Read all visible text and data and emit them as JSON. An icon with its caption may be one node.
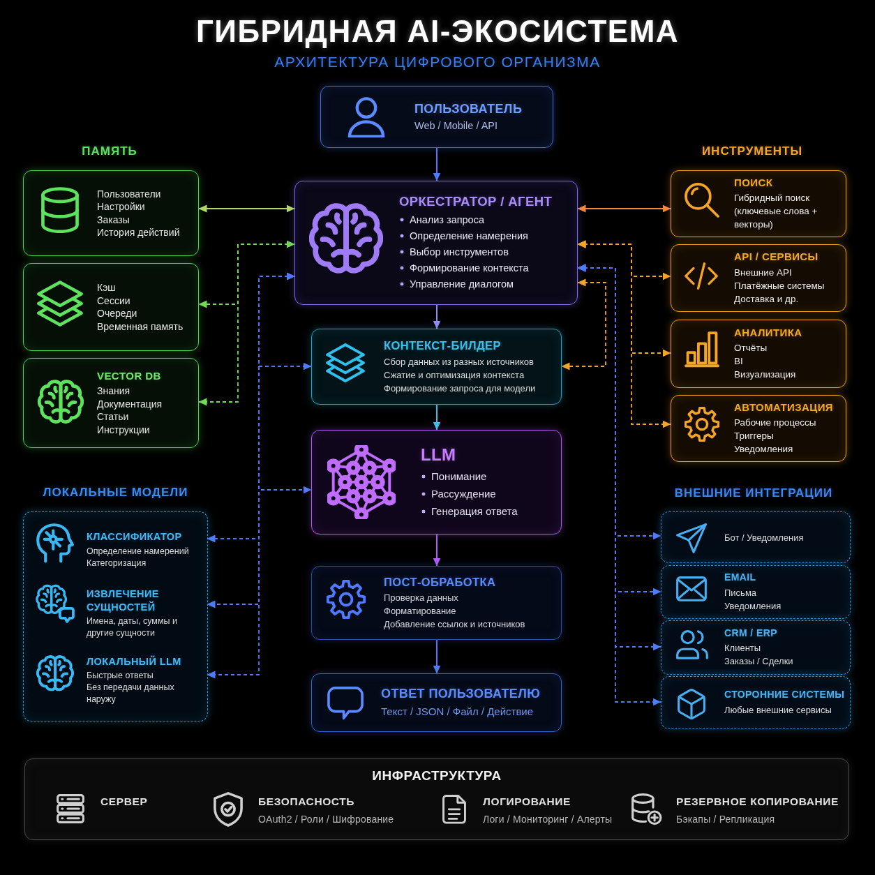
{
  "diagram": {
    "title": "ГИБРИДНАЯ AI-ЭКОСИСТЕМА",
    "nodes": [
      {
        "text": [
          "ПОЛЬЗОВАТЕЛЬ",
          "Web / Mobile / API"
        ]
      },
      {
        "text": [
          "Пользователи",
          "Настройки",
          "Заказы",
          "История действий"
        ]
      },
      {
        "text": [
          "ОРКЕСТРАТОР / АГЕНТ",
          "Анализ запроса",
          "Определение намерения",
          "Выбор инструментов",
          "Формирование контекста",
          "Управление диалогом"
        ]
      },
      {
        "text": [
          "ПОИСК",
          "Гибридный поиск (ключевые слова + векторы)"
        ]
      },
      {
        "text": [
          "Кэш",
          "Сессии",
          "Очереди",
          "Временная память"
        ]
      },
      {
        "text": [
          "API / СЕРВИСЫ",
          "Внешние API",
          "Платёжные системы",
          "Доставка и др."
        ]
      },
      {
        "text": [
          "КОНТЕКСТ-БИЛДЕР",
          "Сбор данных из разных источников",
          "Сжатие и оптимизация контекста",
          "Формирование запроса для модели"
        ]
      },
      {
        "text": [
          "АНАЛИТИКА",
          "Отчёты",
          "BI",
          "Визуализация"
        ]
      },
      {
        "text": [
          "VECTOR DB",
          "Знания",
          "Документация",
          "Статьи",
          "Инструкции"
        ]
      },
      {
        "text": [
          "АВТОМАТИЗАЦИЯ",
          "Рабочие процессы",
          "Триггеры",
          "Уведомления"
        ]
      },
      {
        "text": [
          "LLM",
          "Понимание",
          "Рассуждение",
          "Генерация ответа"
        ]
      },
      {
        "text": [
          "ЛОКАЛЬНЫЕ МОДЕЛИ"
        ]
      },
      {
        "text": [
          "КЛАССИФИКАТОР",
          "Определение намерений",
          "Категоризация"
        ],
        "in": 11
      },
      {
        "text": [
          "ИЗВЛЕЧЕНИЕ СУЩНОСТЕЙ",
          "Имена, даты, суммы и другие сущности"
        ],
        "in": 11
      },
      {
        "text": [
          "ЛОКАЛЬНЫЙ LLM",
          "Быстрые ответы",
          "Без передачи данных наружу"
        ],
        "in": 11
      },
      {
        "text": [
          "Бот / Уведомления"
        ]
      },
      {
        "text": [
          "ПОСТ-ОБРАБОТКА",
          "Проверка данных",
          "Форматирование",
          "Добавление ссылок и источников"
        ]
      },
      {
        "text": [
          "EMAIL",
          "Письма",
          "Уведомления"
        ]
      },
      {
        "text": [
          "CRM / ERP",
          "Клиенты",
          "Заказы / Сделки"
        ]
      },
      {
        "text": [
          "ОТВЕТ ПОЛЬЗОВАТЕЛЮ",
          "Текст / JSON / Файл / Действие"
        ]
      },
      {
        "text": [
          "СТОРОННИЕ СИСТЕМЫ",
          "Любые внешние сервисы"
        ]
      },
      {
        "text": [
          "ИНФРАСТРУКТУРА",
          "СЕРВЕР",
          "БЕЗОПАСНОСТЬ",
          "OAuth2 / Роли / Шифрование",
          "ЛОГИРОВАНИЕ",
          "Логи / Мониторинг / Алерты",
          "РЕЗЕРВНОЕ КОПИРОВАНИЕ",
          "Бэкапы / Репликация"
        ]
      }
    ],
    "edges": [
      {
        "from": 0,
        "to": 2,
        "arrow": "to"
      },
      {
        "from": 1,
        "to": 2,
        "arrow": "both",
        "color": "#b3d86a"
      },
      {
        "from": 2,
        "to": 4,
        "arrow": "both",
        "style": "dashed",
        "color": "#74dc55"
      },
      {
        "from": 2,
        "to": 8,
        "arrow": "both",
        "style": "dashed",
        "color": "#74dc55"
      },
      {
        "from": 2,
        "to": 6,
        "arrow": "to",
        "color": "#8f8cf6"
      },
      {
        "from": 2,
        "to": 6,
        "arrow": "both",
        "style": "dashed"
      },
      {
        "from": 2,
        "to": 10,
        "arrow": "both",
        "style": "dashed"
      },
      {
        "from": 2,
        "to": 12,
        "arrow": "both",
        "style": "dashed"
      },
      {
        "from": 2,
        "to": 13,
        "arrow": "both",
        "style": "dashed"
      },
      {
        "from": 2,
        "to": 14,
        "arrow": "both",
        "style": "dashed"
      },
      {
        "from": 2,
        "to": 3,
        "arrow": "both",
        "color": "#f0883e"
      },
      {
        "from": 2,
        "to": 5,
        "arrow": "both",
        "style": "dashed",
        "color": "#f5a524"
      },
      {
        "from": 2,
        "to": 7,
        "arrow": "both",
        "style": "dashed",
        "color": "#f5a524"
      },
      {
        "from": 2,
        "to": 9,
        "arrow": "both",
        "style": "dashed",
        "color": "#f5a524"
      },
      {
        "from": 2,
        "to": 15,
        "arrow": "both",
        "style": "dashed"
      },
      {
        "from": 2,
        "to": 17,
        "arrow": "both",
        "style": "dashed"
      },
      {
        "from": 2,
        "to": 18,
        "arrow": "both",
        "style": "dashed"
      },
      {
        "from": 2,
        "to": 20,
        "arrow": "both",
        "style": "dashed"
      },
      {
        "from": 2,
        "to": 6,
        "arrow": "both",
        "style": "dashed",
        "color": "#f5a524"
      },
      {
        "from": 6,
        "to": 10,
        "arrow": "to",
        "color": "#3cc0ec"
      },
      {
        "from": 10,
        "to": 16,
        "arrow": "to",
        "color": "#b45cf5"
      },
      {
        "from": 16,
        "to": 19,
        "arrow": "to"
      }
    ],
    "labels": [
      "АРХИТЕКТУРА ЦИФРОВОГО ОРГАНИЗМА",
      "ПАМЯТЬ",
      "ИНСТРУМЕНТЫ",
      "ВНЕШНИЕ ИНТЕГРАЦИИ"
    ]
  }
}
